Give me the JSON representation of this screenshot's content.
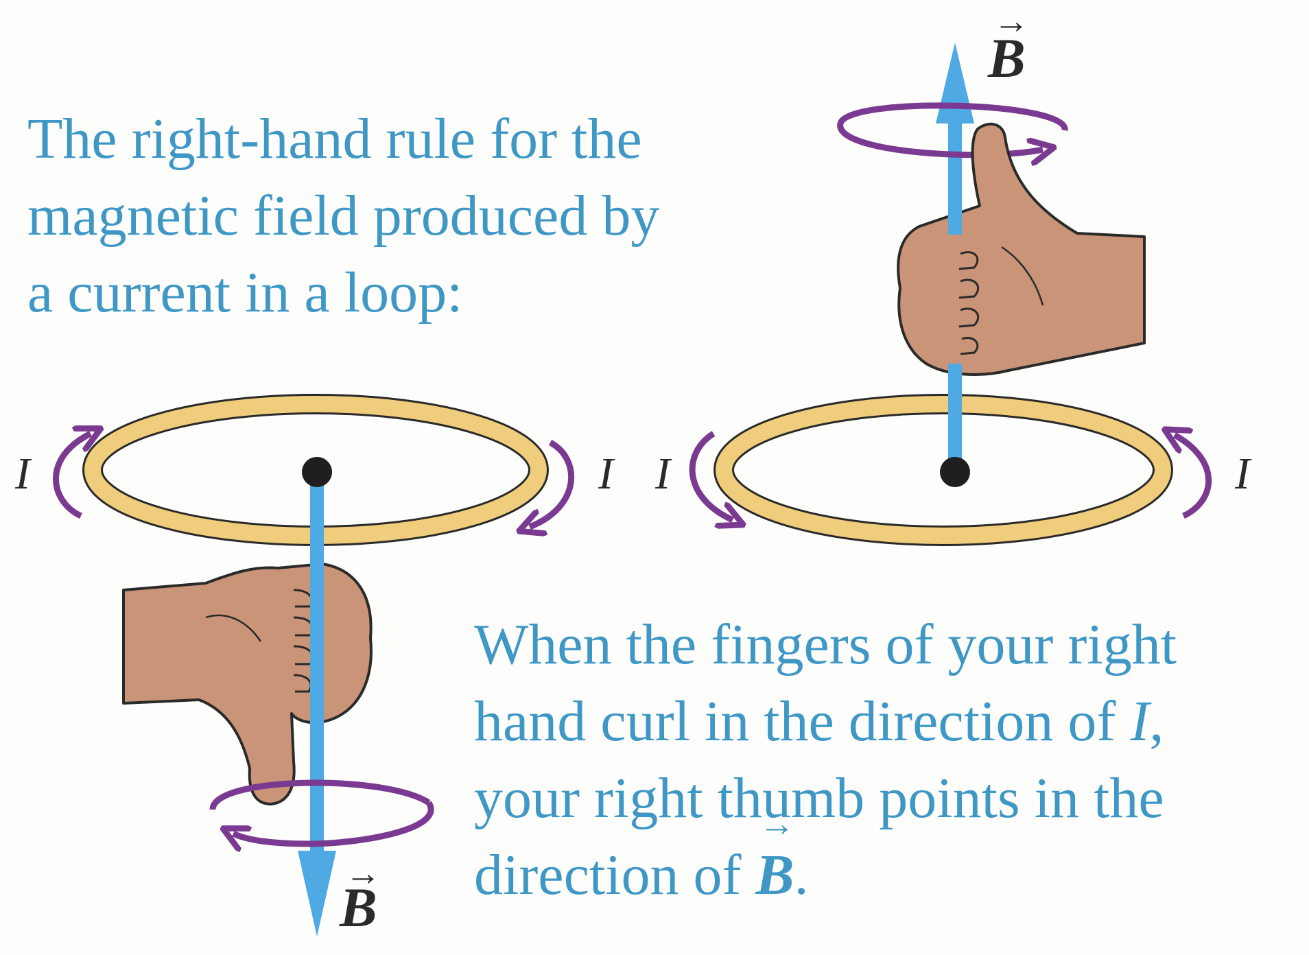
{
  "caption_top": {
    "line1": "The right-hand rule for the",
    "line2": "magnetic field produced by",
    "line3": "a current in a loop:"
  },
  "caption_bottom": {
    "line1": "When the fingers of your right",
    "line2_pre": "hand curl in the direction of ",
    "line2_var": "I",
    "line2_post": ",",
    "line3": "your right thumb points in the",
    "line4_pre": "direction of ",
    "line4_vec": "B",
    "line4_post": "."
  },
  "labels": {
    "current": "I",
    "field": "B",
    "vector_arrow": "→"
  },
  "colors": {
    "text": "#3e97c4",
    "field_arrow": "#4fa9e2",
    "circulation": "#7b3a91",
    "loop_ring": "#f0cd7c",
    "skin": "#c99478",
    "outline": "#2a2a2a"
  }
}
